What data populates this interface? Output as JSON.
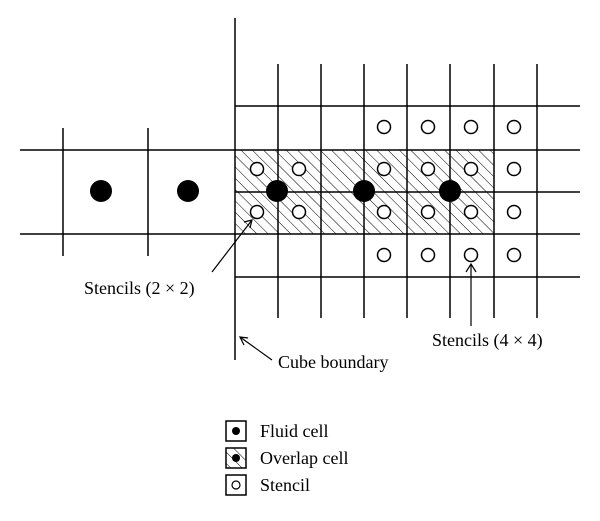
{
  "colors": {
    "line": "#000000",
    "fluid": "#000000",
    "stencil_fill": "#ffffff",
    "background": "#ffffff"
  },
  "labels": {
    "stencils_2x2": "Stencils (2 × 2)",
    "stencils_4x4": "Stencils (4 × 4)",
    "cube_boundary": "Cube boundary"
  },
  "legend": {
    "fluid_cell": "Fluid cell",
    "overlap_cell": "Overlap cell",
    "stencil": "Stencil"
  },
  "icons": {
    "fluid": "filled-circle",
    "stencil": "hollow-circle",
    "overlap": "hatched-square"
  }
}
